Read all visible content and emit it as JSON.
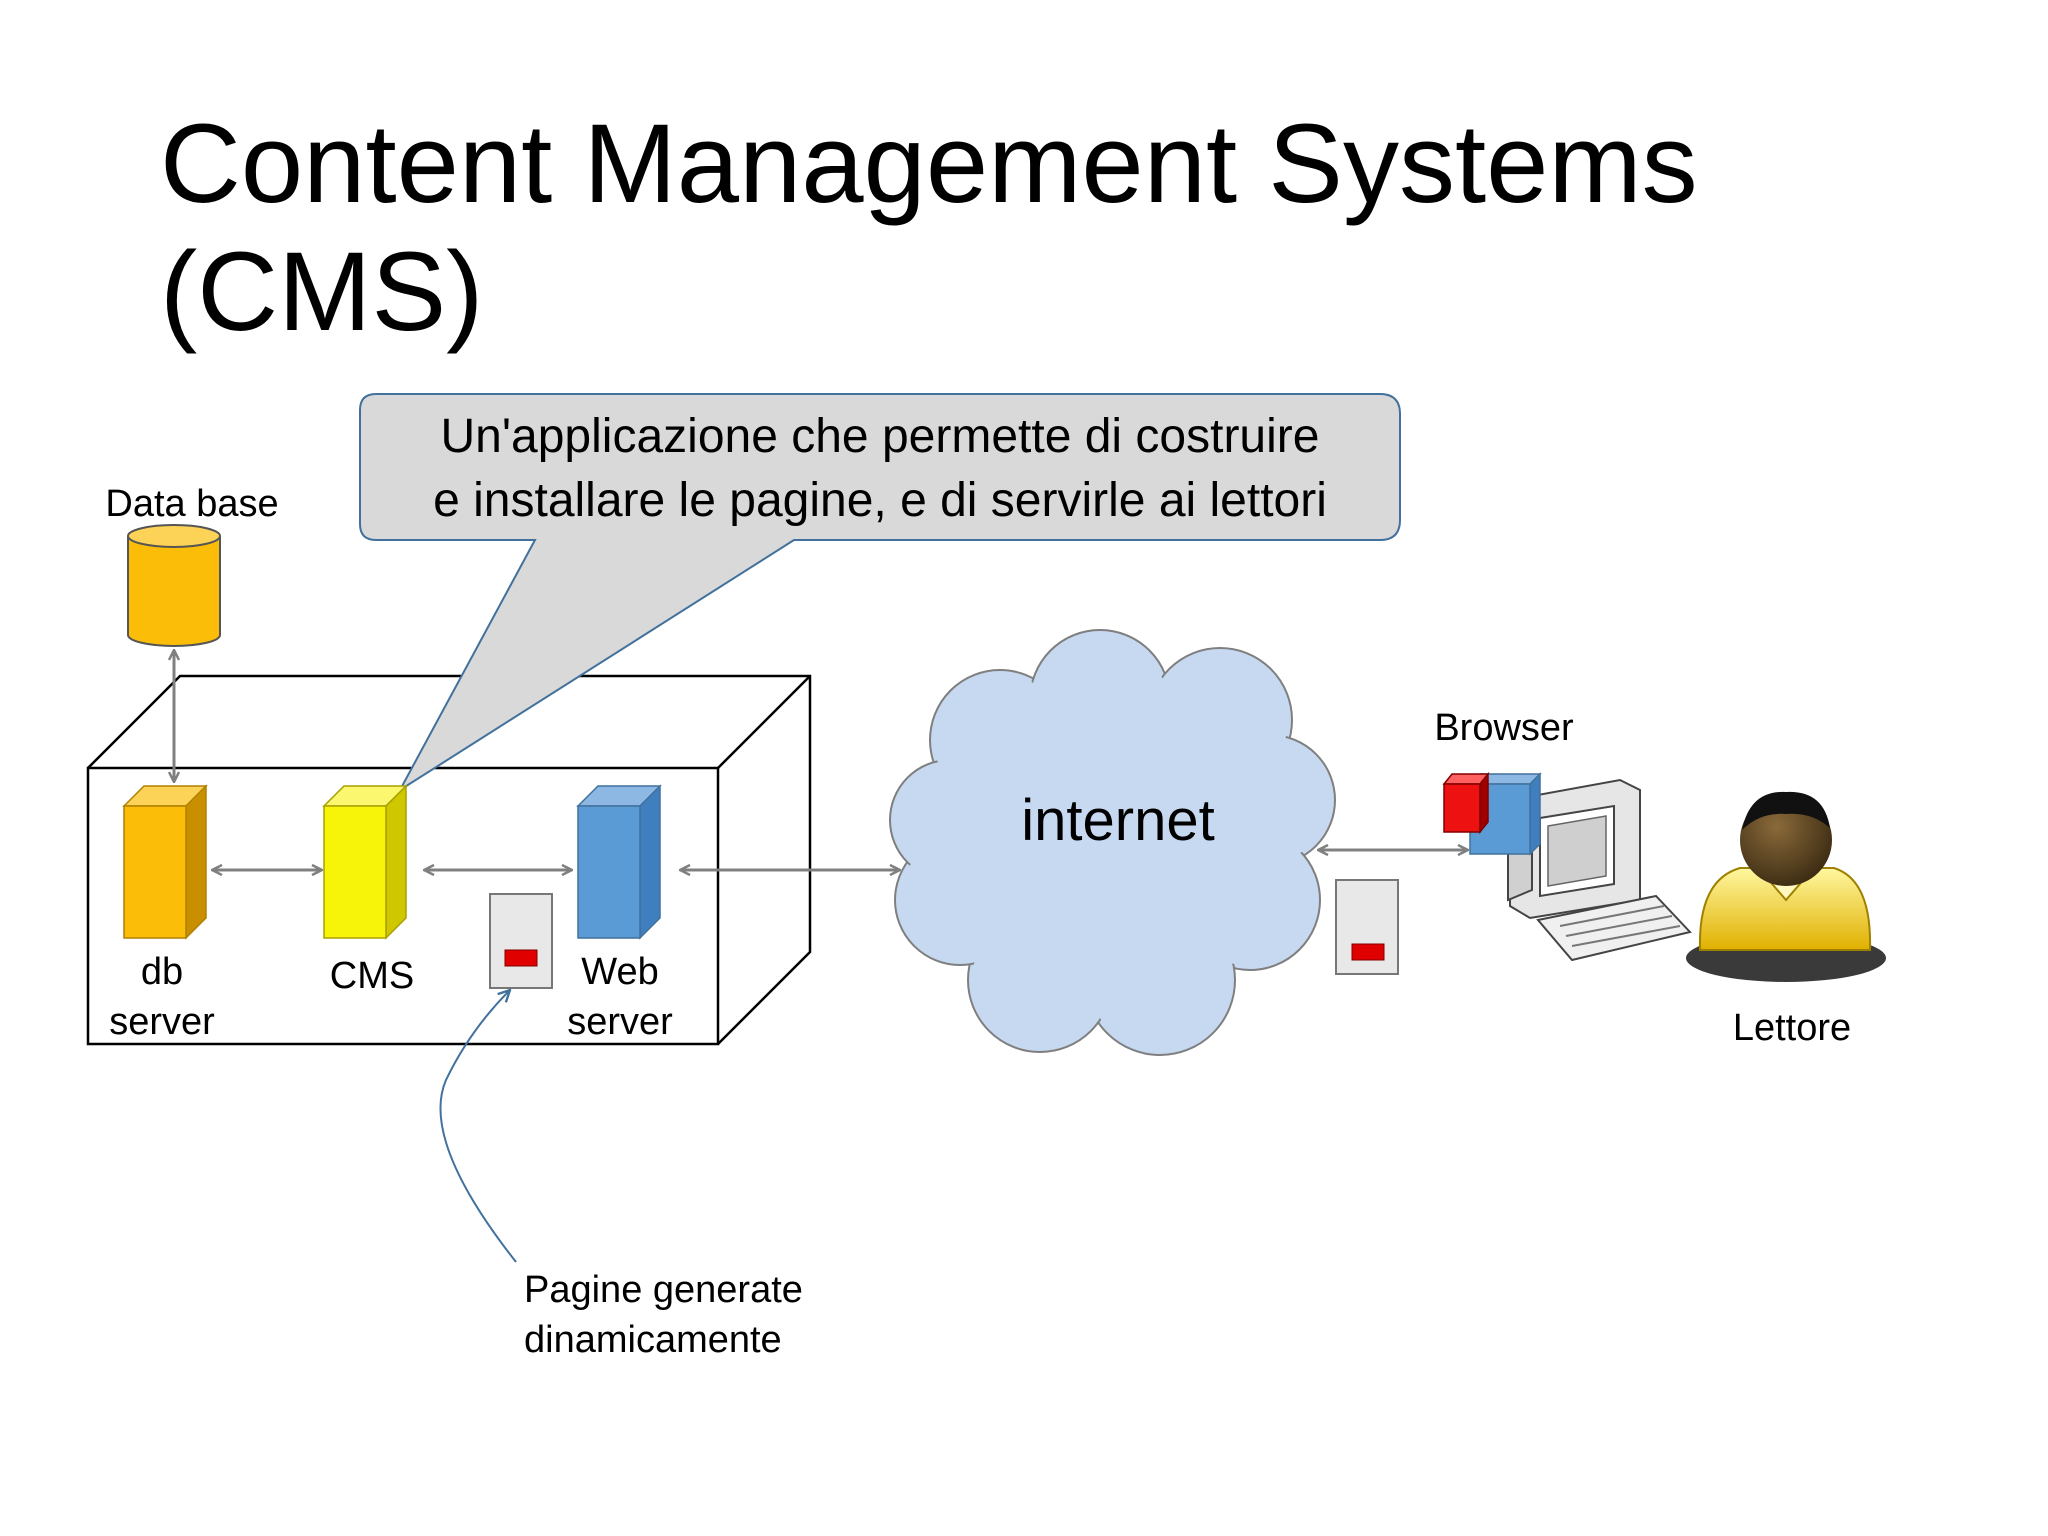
{
  "slide": {
    "title_line1": "Content Management Systems",
    "title_line2": "(CMS)"
  },
  "callout": {
    "line1": "Un'applicazione che permette di costruire",
    "line2": "e installare le pagine, e di servirle ai lettori"
  },
  "labels": {
    "database": "Data base",
    "db_server_line1": "db",
    "db_server_line2": "server",
    "cms": "CMS",
    "web_server_line1": "Web",
    "web_server_line2": "server",
    "internet": "internet",
    "browser": "Browser",
    "reader": "Lettore",
    "pages_line1": "Pagine generate",
    "pages_line2": "dinamicamente"
  },
  "colors": {
    "db_server": "#fbbd08",
    "cms_server": "#f7f40a",
    "web_server": "#5b9bd5",
    "cloud": "#c6d9f1",
    "callout": "#d9d9d9",
    "callout_border": "#41719c",
    "arrows": "#808080",
    "page_marker": "#e00000"
  }
}
